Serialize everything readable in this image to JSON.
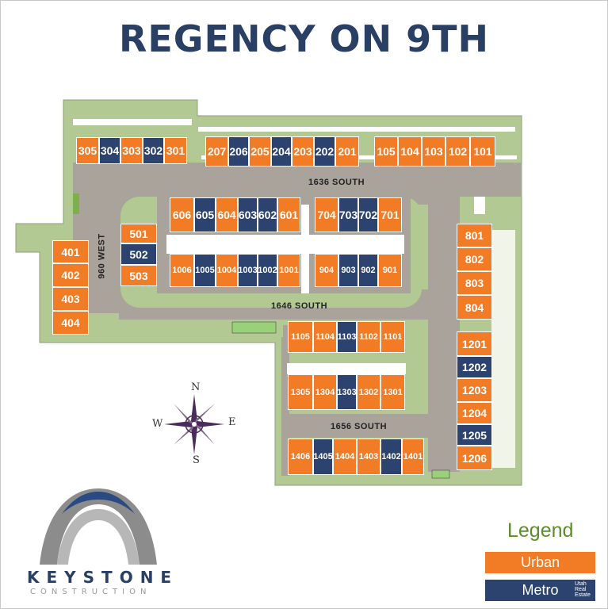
{
  "title": "REGENCY ON 9TH",
  "streets": {
    "s1636": "1636 SOUTH",
    "s1646": "1646 SOUTH",
    "s1656": "1656 SOUTH",
    "w960": "960 WEST"
  },
  "compass": {
    "n": "N",
    "s": "S",
    "e": "E",
    "w": "W"
  },
  "logo": {
    "word": "KEYSTONE",
    "sub": "CONSTRUCTION"
  },
  "legend": {
    "title": "Legend",
    "urban": "Urban",
    "metro": "Metro",
    "badge": "Utah Real Estate"
  },
  "colors": {
    "urban": "#f27b25",
    "metro": "#2c4370",
    "legend_title": "#5a8f28",
    "title": "#2a3f64"
  },
  "units": {
    "u305": "305",
    "u304": "304",
    "u303": "303",
    "u302": "302",
    "u301": "301",
    "u207": "207",
    "u206": "206",
    "u205": "205",
    "u204": "204",
    "u203": "203",
    "u202": "202",
    "u201": "201",
    "u105": "105",
    "u104": "104",
    "u103": "103",
    "u102": "102",
    "u101": "101",
    "u606": "606",
    "u605": "605",
    "u604": "604",
    "u603": "603",
    "u602": "602",
    "u601": "601",
    "u704": "704",
    "u703": "703",
    "u702": "702",
    "u701": "701",
    "u501": "501",
    "u502": "502",
    "u503": "503",
    "u1006": "1006",
    "u1005": "1005",
    "u1004": "1004",
    "u1003": "1003",
    "u1002": "1002",
    "u1001": "1001",
    "u904": "904",
    "u903": "903",
    "u902": "902",
    "u901": "901",
    "u401": "401",
    "u402": "402",
    "u403": "403",
    "u404": "404",
    "u801": "801",
    "u802": "802",
    "u803": "803",
    "u804": "804",
    "u1105": "1105",
    "u1104": "1104",
    "u1103": "1103",
    "u1102": "1102",
    "u1101": "1101",
    "u1305": "1305",
    "u1304": "1304",
    "u1303": "1303",
    "u1302": "1302",
    "u1301": "1301",
    "u1201": "1201",
    "u1202": "1202",
    "u1203": "1203",
    "u1204": "1204",
    "u1205": "1205",
    "u1206": "1206",
    "u1406": "1406",
    "u1405": "1405",
    "u1404": "1404",
    "u1403": "1403",
    "u1402": "1402",
    "u1401": "1401"
  }
}
